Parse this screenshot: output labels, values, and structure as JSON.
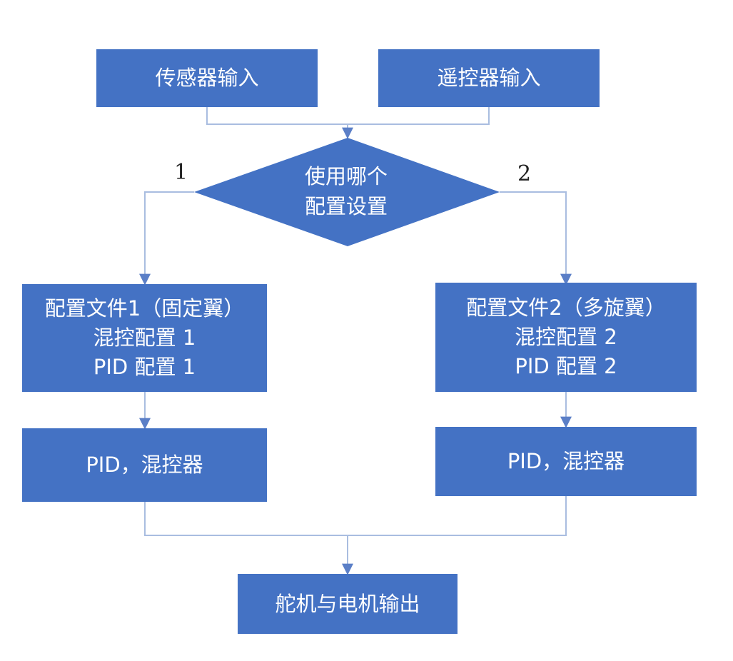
{
  "nodes": {
    "sensor_input": "传感器输入",
    "rc_input": "遥控器输入",
    "decision": {
      "line1": "使用哪个",
      "line2": "配置设置"
    },
    "profile1": {
      "line1": "配置文件1（固定翼）",
      "line2": "混控配置 1",
      "line3": "PID 配置 1"
    },
    "profile2": {
      "line1": "配置文件2（多旋翼）",
      "line2": "混控配置 2",
      "line3": "PID 配置 2"
    },
    "pid_mixer_left": "PID，混控器",
    "pid_mixer_right": "PID，混控器",
    "output": "舵机与电机输出"
  },
  "branch_labels": {
    "left": "1",
    "right": "2"
  },
  "colors": {
    "box_fill": "#4472c4",
    "box_text": "#ffffff",
    "connector": "#a9bde0",
    "arrowhead": "#5b7fc7"
  }
}
